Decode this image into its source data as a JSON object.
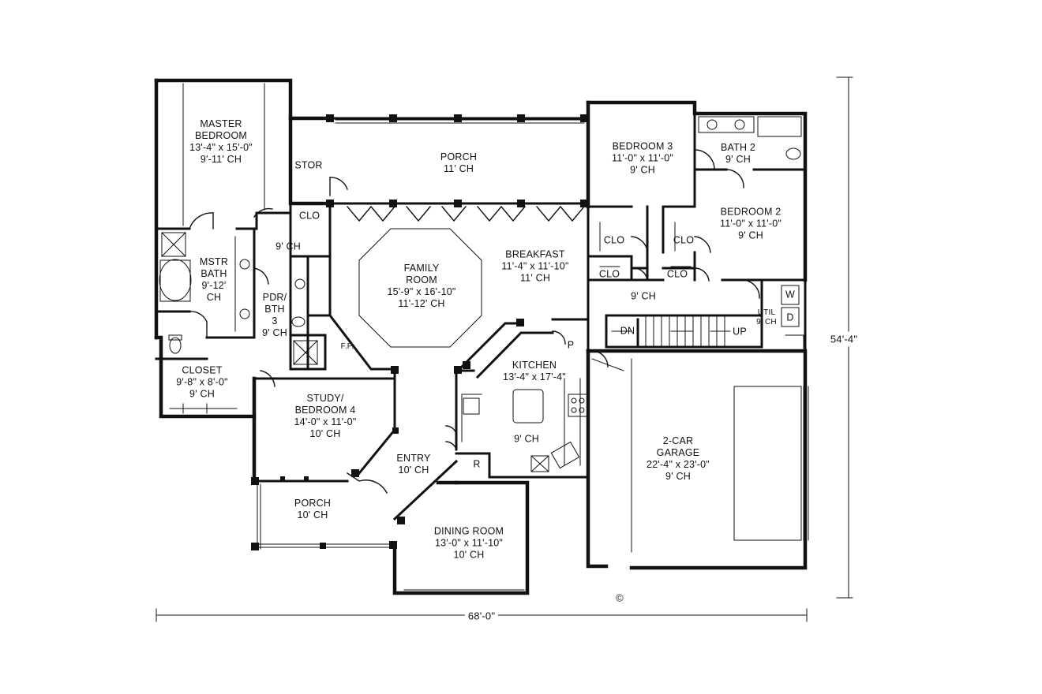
{
  "rooms": {
    "master_bedroom": [
      "MASTER",
      "BEDROOM",
      "13'-4\" x 15'-0\"",
      "9'-11' CH"
    ],
    "stor": [
      "STOR"
    ],
    "porch_rear": [
      "PORCH",
      "11' CH"
    ],
    "bedroom3": [
      "BEDROOM 3",
      "11'-0\" x 11'-0\"",
      "9' CH"
    ],
    "bath2": [
      "BATH 2",
      "9' CH"
    ],
    "bedroom2": [
      "BEDROOM 2",
      "11'-0\" x 11'-0\"",
      "9' CH"
    ],
    "clo_hall": [
      "CLO"
    ],
    "hall_ch": [
      "9' CH"
    ],
    "mstr_bath": [
      "MSTR",
      "BATH",
      "9'-12'",
      "CH"
    ],
    "family_room": [
      "FAMILY",
      "ROOM",
      "15'-9\" x 16'-10\"",
      "11'-12' CH"
    ],
    "breakfast": [
      "BREAKFAST",
      "11'-4\" x 11'-10\"",
      "11' CH"
    ],
    "clo_b3": [
      "CLO"
    ],
    "clo_b2": [
      "CLO"
    ],
    "clo_a": [
      "CLO"
    ],
    "clo_b": [
      "CLO"
    ],
    "pdr_bth": [
      "PDR/",
      "BTH",
      "3",
      "9' CH"
    ],
    "rear_hall_ch": [
      "9' CH"
    ],
    "util": [
      "UTIL",
      "9' CH"
    ],
    "w": [
      "W"
    ],
    "d": [
      "D"
    ],
    "dn": [
      "DN"
    ],
    "up": [
      "UP"
    ],
    "fp": [
      "F.P."
    ],
    "pantry": [
      "P"
    ],
    "kitchen": [
      "KITCHEN",
      "13'-4\" x 17'-4\""
    ],
    "closet": [
      "CLOSET",
      "9'-8\" x 8'-0\"",
      "9' CH"
    ],
    "study": [
      "STUDY/",
      "BEDROOM 4",
      "14'-0\" x 11'-0\"",
      "10' CH"
    ],
    "kitchen_ch": [
      "9' CH"
    ],
    "entry": [
      "ENTRY",
      "10' CH"
    ],
    "r": [
      "R"
    ],
    "garage": [
      "2-CAR",
      "GARAGE",
      "22'-4\" x 23'-0\"",
      "9' CH"
    ],
    "porch_front": [
      "PORCH",
      "10' CH"
    ],
    "dining": [
      "DINING ROOM",
      "13'-0\" x 11'-10\"",
      "10' CH"
    ]
  },
  "dimensions": {
    "width": "68'-0\"",
    "depth": "54'-4\""
  },
  "copyright_symbol": "©",
  "colors": {
    "ink": "#111111",
    "background": "#ffffff"
  }
}
